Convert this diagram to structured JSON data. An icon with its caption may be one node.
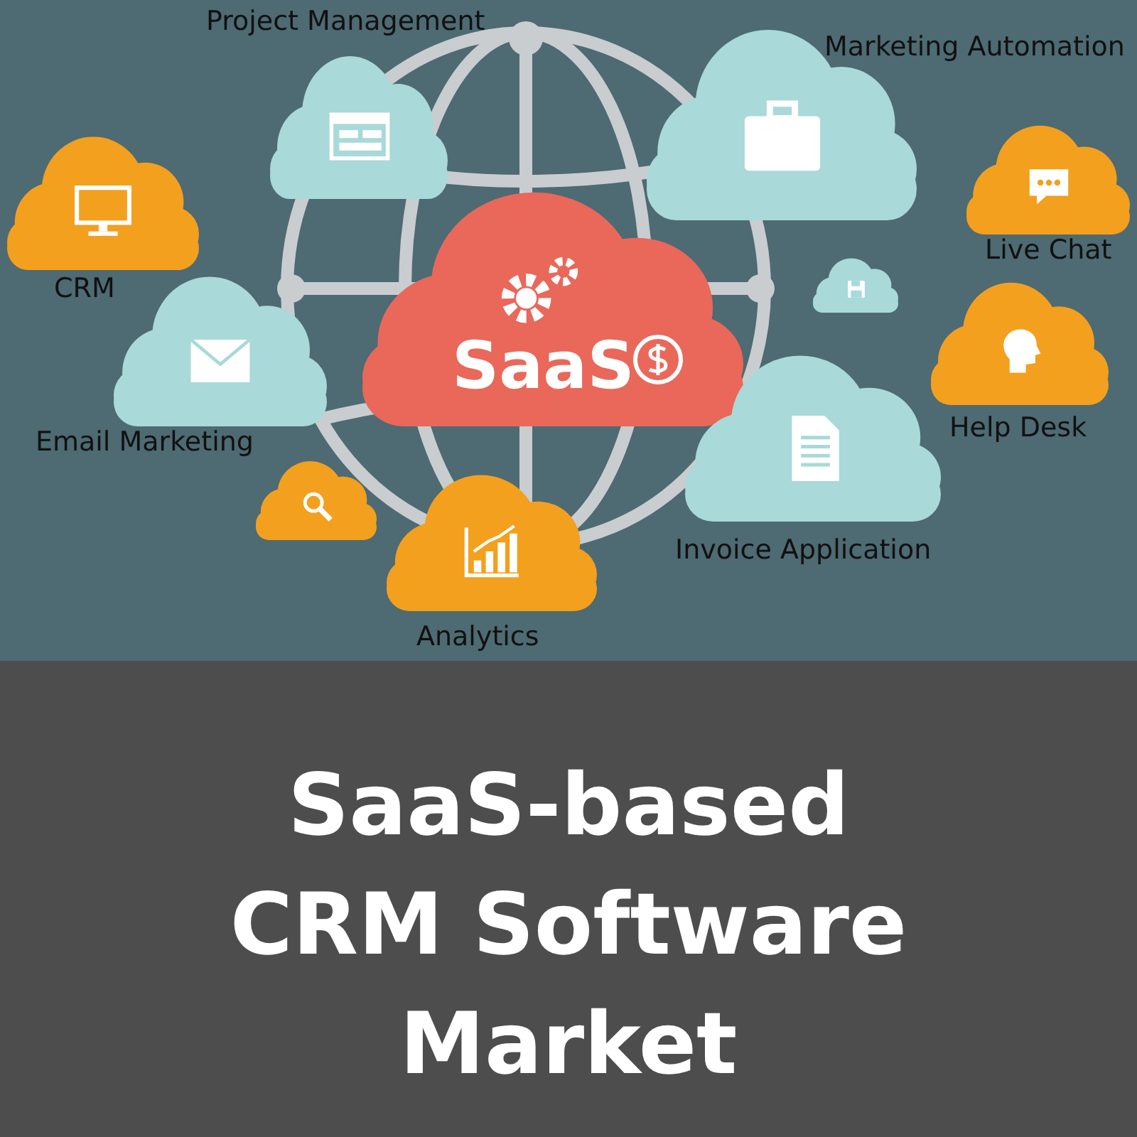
{
  "diagram": {
    "title": "SaaS-based CRM Software Market",
    "nodes": [
      {
        "text": [
          "Project Management"
        ]
      },
      {
        "text": [
          "Marketing Automation"
        ]
      },
      {
        "text": [
          "CRM"
        ]
      },
      {
        "text": [
          "Live Chat"
        ]
      },
      {
        "text": [
          "SaaS"
        ]
      },
      {
        "text": [],
        "shape": "cloud"
      },
      {
        "text": [
          "Email Marketing"
        ]
      },
      {
        "text": [
          "Help Desk"
        ]
      },
      {
        "text": [],
        "shape": "cloud"
      },
      {
        "text": [
          "Invoice Application"
        ]
      },
      {
        "text": [
          "Analytics"
        ]
      }
    ]
  }
}
